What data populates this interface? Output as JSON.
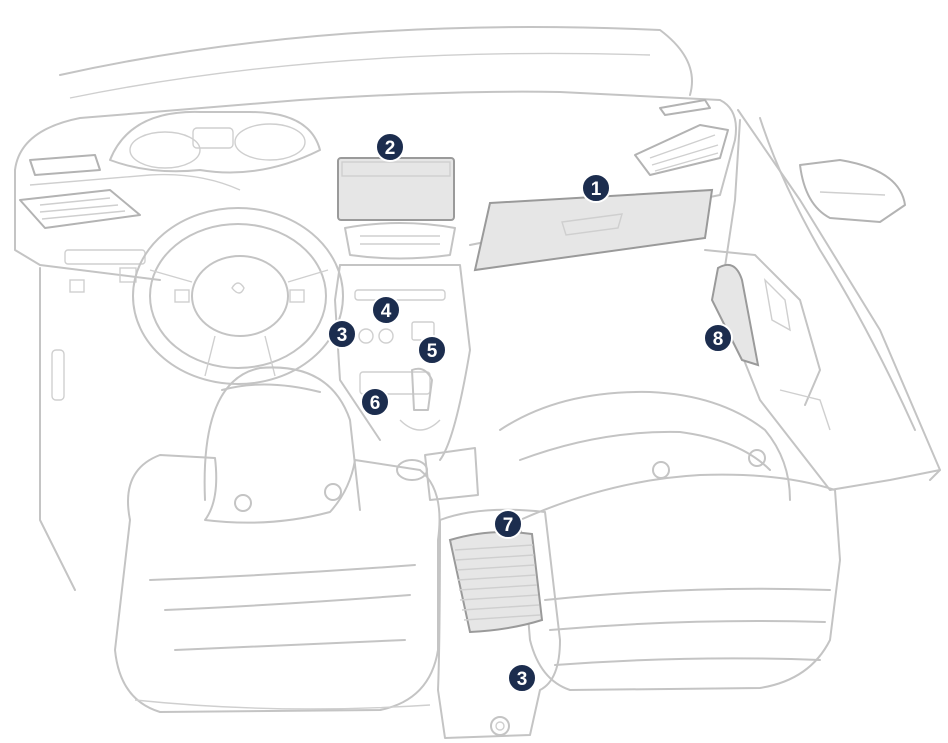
{
  "markers": [
    {
      "id": "marker-1",
      "label": "1"
    },
    {
      "id": "marker-2",
      "label": "2"
    },
    {
      "id": "marker-3a",
      "label": "3"
    },
    {
      "id": "marker-4",
      "label": "4"
    },
    {
      "id": "marker-5",
      "label": "5"
    },
    {
      "id": "marker-6",
      "label": "6"
    },
    {
      "id": "marker-7",
      "label": "7"
    },
    {
      "id": "marker-8",
      "label": "8"
    },
    {
      "id": "marker-3b",
      "label": "3"
    }
  ],
  "colors": {
    "marker_fill": "#1c2d4e",
    "outline": "#c4c4c4",
    "highlight_fill": "#e6e6e6"
  }
}
